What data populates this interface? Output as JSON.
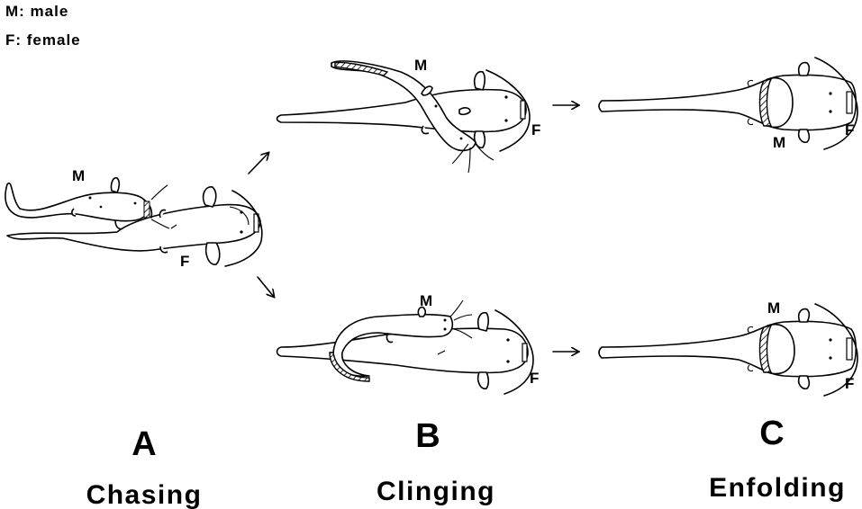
{
  "legend": {
    "male": "M: male",
    "female": "F: female"
  },
  "fish_labels": {
    "male": "M",
    "female": "F"
  },
  "stages": [
    {
      "letter": "A",
      "name": "Chasing"
    },
    {
      "letter": "B",
      "name": "Clinging"
    },
    {
      "letter": "C",
      "name": "Enfolding"
    }
  ],
  "arrow_glyph": "→"
}
